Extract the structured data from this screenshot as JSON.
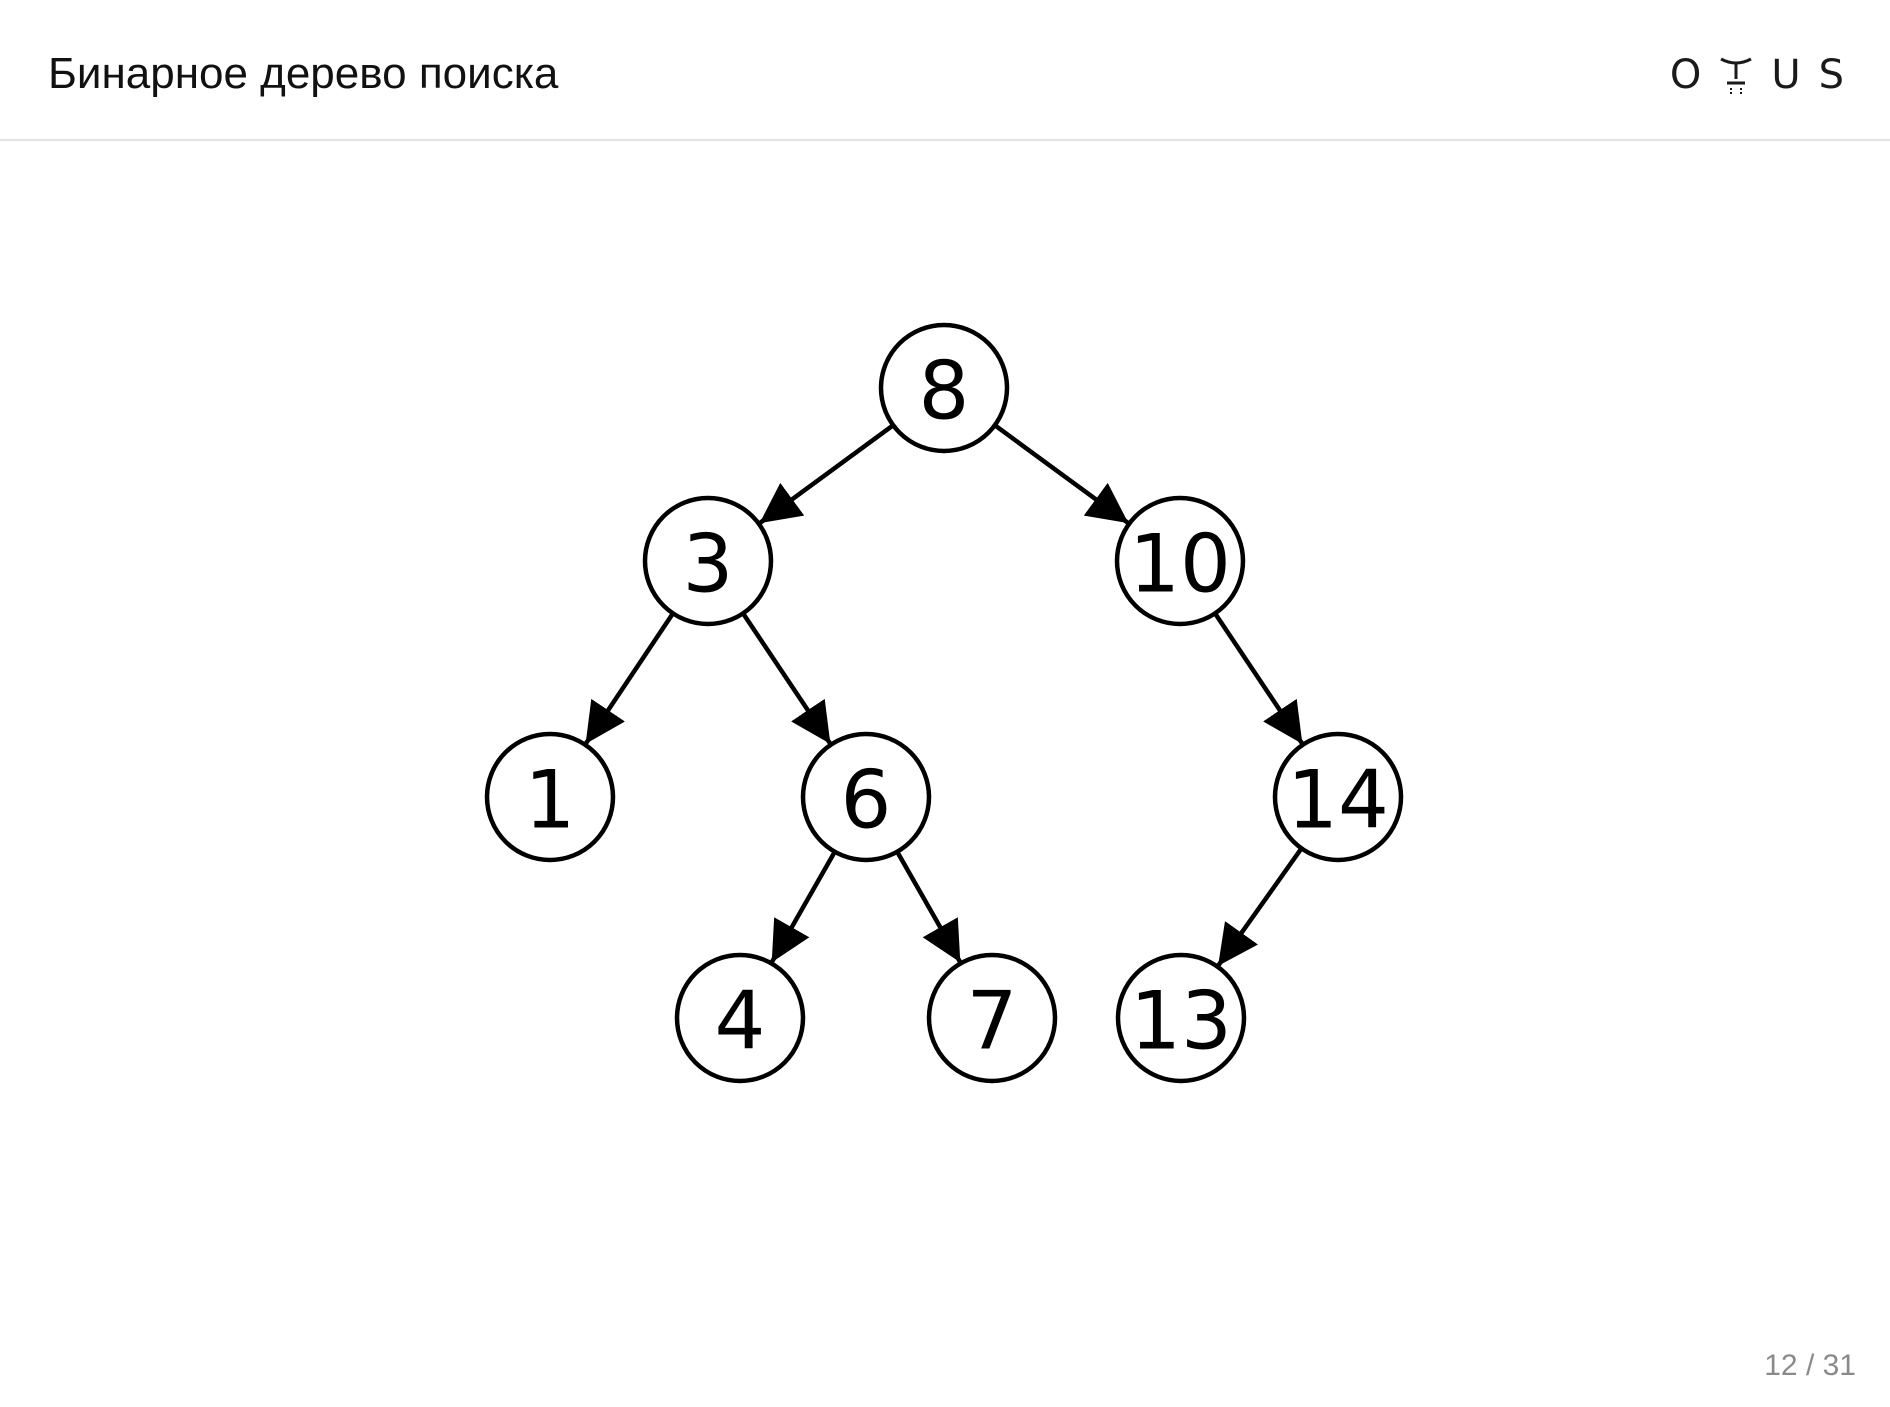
{
  "slide": {
    "title": "Бинарное дерево поиска",
    "page_current": "12",
    "page_separator": " / ",
    "page_total": "31"
  },
  "logo": {
    "letters": [
      "O",
      "T",
      "U",
      "S"
    ],
    "icon": "otus-logo"
  },
  "tree": {
    "nodes": [
      {
        "id": "n8",
        "label": "8"
      },
      {
        "id": "n3",
        "label": "3"
      },
      {
        "id": "n10",
        "label": "10"
      },
      {
        "id": "n1",
        "label": "1"
      },
      {
        "id": "n6",
        "label": "6"
      },
      {
        "id": "n14",
        "label": "14"
      },
      {
        "id": "n4",
        "label": "4"
      },
      {
        "id": "n7",
        "label": "7"
      },
      {
        "id": "n13",
        "label": "13"
      }
    ],
    "edges": [
      {
        "from": "n8",
        "to": "n3"
      },
      {
        "from": "n8",
        "to": "n10"
      },
      {
        "from": "n3",
        "to": "n1"
      },
      {
        "from": "n3",
        "to": "n6"
      },
      {
        "from": "n10",
        "to": "n14"
      },
      {
        "from": "n6",
        "to": "n4"
      },
      {
        "from": "n6",
        "to": "n7"
      },
      {
        "from": "n14",
        "to": "n13"
      }
    ]
  }
}
